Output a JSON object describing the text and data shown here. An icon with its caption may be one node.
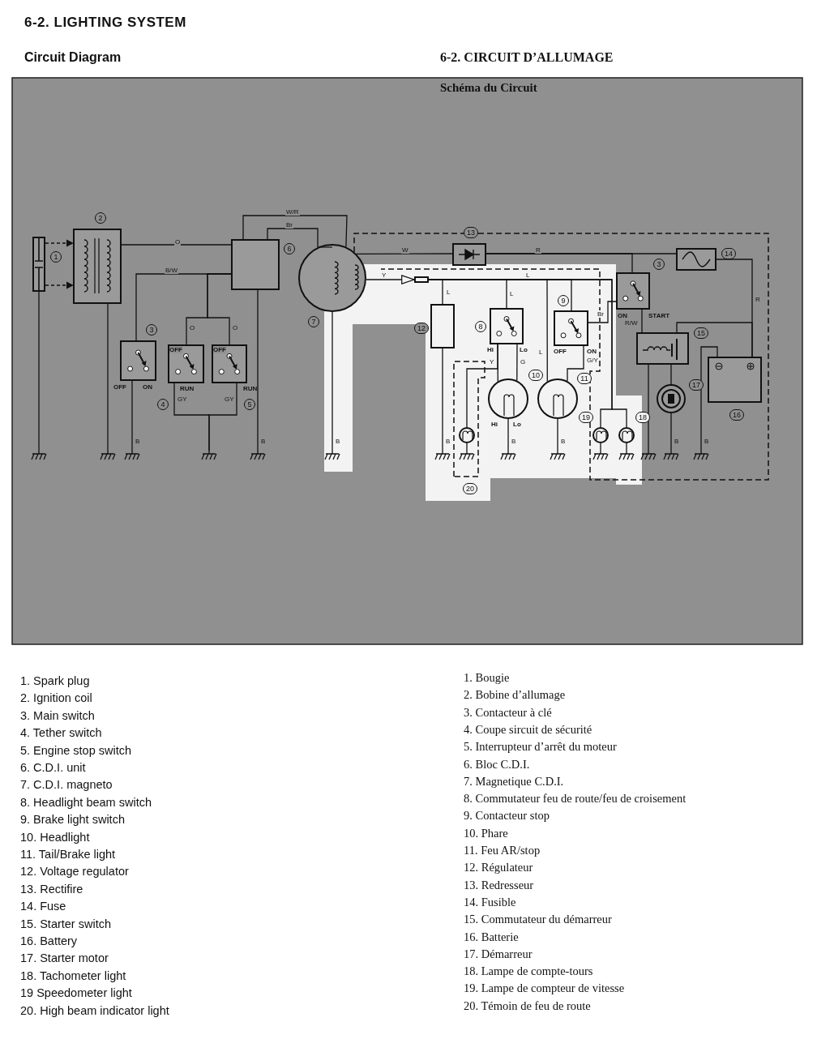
{
  "diagram": {
    "title": "6-2. LIGHTING SYSTEM",
    "nodes": [
      {
        "text": [],
        "shape": "box",
        "beside": [
          "1"
        ]
      },
      {
        "text": [],
        "shape": "box",
        "beside": [
          "2"
        ]
      },
      {
        "text": [],
        "shape": "box",
        "beside": [
          "6"
        ]
      },
      {
        "text": [],
        "shape": "circle",
        "beside": [
          "7"
        ]
      },
      {
        "text": [
          "OFF",
          "ON"
        ],
        "beside": [
          "3"
        ]
      },
      {
        "text": [
          "OFF",
          "RUN"
        ],
        "beside": [
          "4"
        ]
      },
      {
        "text": [
          "OFF",
          "RUN"
        ],
        "beside": [
          "5"
        ]
      },
      {
        "text": [],
        "shape": "box",
        "beside": [
          "13"
        ]
      },
      {
        "text": [],
        "shape": "box",
        "beside": [
          "12"
        ]
      },
      {
        "text": [
          "Hi",
          "Lo"
        ],
        "beside": [
          "8"
        ]
      },
      {
        "text": [
          "OFF",
          "ON"
        ],
        "beside": [
          "9"
        ]
      },
      {
        "text": [
          "Hi",
          "Lo"
        ],
        "beside": [
          "10"
        ]
      },
      {
        "text": [],
        "shape": "circle",
        "beside": [
          "11"
        ]
      },
      {
        "text": [
          "ON",
          "START"
        ],
        "beside": [
          "3"
        ]
      },
      {
        "text": [],
        "shape": "box",
        "beside": [
          "14"
        ]
      },
      {
        "text": [],
        "shape": "box",
        "beside": [
          "15"
        ]
      },
      {
        "text": [],
        "shape": "box",
        "beside": [
          "16"
        ]
      },
      {
        "text": [],
        "shape": "circle",
        "beside": [
          "17"
        ]
      },
      {
        "text": [],
        "shape": "circle",
        "beside": [
          "19"
        ]
      },
      {
        "text": [],
        "shape": "circle",
        "beside": [
          "18"
        ]
      },
      {
        "text": [],
        "shape": "circle"
      },
      {
        "text": [],
        "shape": "ground"
      },
      {
        "text": [],
        "shape": "ground"
      },
      {
        "text": [],
        "shape": "ground"
      },
      {
        "text": [],
        "shape": "ground"
      },
      {
        "text": [],
        "shape": "ground"
      },
      {
        "text": [],
        "shape": "ground"
      },
      {
        "text": [],
        "shape": "ground"
      },
      {
        "text": [],
        "shape": "ground"
      },
      {
        "text": [],
        "shape": "ground"
      },
      {
        "text": [],
        "shape": "ground"
      },
      {
        "text": [],
        "shape": "ground"
      },
      {
        "text": [],
        "shape": "ground"
      },
      {
        "text": [],
        "shape": "ground"
      },
      {
        "text": [],
        "shape": "ground"
      },
      {
        "text": [],
        "shape": "ground"
      },
      {
        "text": [],
        "shape": "box"
      }
    ],
    "edges": [
      {
        "from": 0,
        "to": 1,
        "arrow": "to",
        "style": "dashed"
      },
      {
        "from": 0,
        "to": 1,
        "arrow": "to",
        "style": "dashed"
      },
      {
        "from": 0,
        "to": 21,
        "arrow": "none"
      },
      {
        "from": 1,
        "to": 2,
        "arrow": "none",
        "label": "O"
      },
      {
        "from": 1,
        "to": 22,
        "arrow": "none"
      },
      {
        "from": 2,
        "to": 4,
        "arrow": "none",
        "label": "B/W"
      },
      {
        "from": 2,
        "to": 5,
        "arrow": "none",
        "label": "O"
      },
      {
        "from": 2,
        "to": 6,
        "arrow": "none",
        "label": "O"
      },
      {
        "from": 2,
        "to": 25,
        "arrow": "none",
        "label": "B"
      },
      {
        "from": 4,
        "to": 23,
        "arrow": "none",
        "label": "B"
      },
      {
        "from": 5,
        "to": 24,
        "arrow": "none",
        "label": "GY"
      },
      {
        "from": 6,
        "to": 24,
        "arrow": "none",
        "label": "GY"
      },
      {
        "from": 3,
        "to": 2,
        "arrow": "none",
        "label": "W/R"
      },
      {
        "from": 3,
        "to": 2,
        "arrow": "none",
        "label": "Br"
      },
      {
        "from": 3,
        "to": 26,
        "arrow": "none",
        "label": "B"
      },
      {
        "from": 3,
        "to": 7,
        "arrow": "none",
        "label": "W"
      },
      {
        "from": 36,
        "to": 8,
        "arrow": "none",
        "label": "L"
      },
      {
        "from": 36,
        "to": 9,
        "arrow": "none",
        "label": "L"
      },
      {
        "from": 36,
        "to": 10,
        "arrow": "none"
      },
      {
        "from": 36,
        "to": 12,
        "arrow": "none",
        "label": "L"
      },
      {
        "from": 36,
        "to": 18,
        "arrow": "none"
      },
      {
        "from": 36,
        "to": 19,
        "arrow": "none"
      },
      {
        "from": 8,
        "to": 27,
        "arrow": "none",
        "label": "B"
      },
      {
        "from": 9,
        "to": 11,
        "arrow": "none",
        "label": "Y"
      },
      {
        "from": 9,
        "to": 11,
        "arrow": "none",
        "label": "G"
      },
      {
        "from": 9,
        "to": 20,
        "arrow": "none"
      },
      {
        "from": 10,
        "to": 13,
        "arrow": "none",
        "label": "Br"
      },
      {
        "from": 10,
        "to": 12,
        "arrow": "none",
        "label": "G/Y"
      },
      {
        "from": 11,
        "to": 29,
        "arrow": "none",
        "label": "B"
      },
      {
        "from": 12,
        "to": 30,
        "arrow": "none",
        "label": "B"
      },
      {
        "from": 20,
        "to": 28,
        "arrow": "none"
      },
      {
        "from": 18,
        "to": 31,
        "arrow": "none"
      },
      {
        "from": 19,
        "to": 32,
        "arrow": "none"
      },
      {
        "from": 7,
        "to": 14,
        "arrow": "none",
        "label": "R"
      },
      {
        "from": 7,
        "to": 13,
        "arrow": "none"
      },
      {
        "from": 14,
        "to": 16,
        "arrow": "none",
        "label": "R"
      },
      {
        "from": 13,
        "to": 15,
        "arrow": "none",
        "label": "R/W"
      },
      {
        "from": 15,
        "to": 16,
        "arrow": "none"
      },
      {
        "from": 15,
        "to": 17,
        "arrow": "none"
      },
      {
        "from": 15,
        "to": 33,
        "arrow": "none"
      },
      {
        "from": 17,
        "to": 34,
        "arrow": "none",
        "label": "B"
      },
      {
        "from": 16,
        "to": 35,
        "arrow": "none",
        "label": "B"
      },
      {
        "from": 3,
        "to": 36,
        "arrow": "to",
        "label": "Y"
      }
    ],
    "labels": [
      "Circuit Diagram",
      "6-2. CIRCUIT D’ALLUMAGE",
      "Schéma du Circuit",
      "L",
      "20",
      "1. Spark plug",
      "2. Ignition coil",
      "3. Main switch",
      "4. Tether switch",
      "5. Engine stop switch",
      "6. C.D.I. unit",
      "7. C.D.I. magneto",
      "8. Headlight beam switch",
      "9. Brake light switch",
      "10. Headlight",
      "11. Tail/Brake light",
      "12. Voltage regulator",
      "13. Rectifire",
      "14. Fuse",
      "15. Starter switch",
      "16. Battery",
      "17. Starter motor",
      "18. Tachometer light",
      "19 Speedometer light",
      "20. High beam indicator light",
      "1. Bougie",
      "2. Bobine d’allumage",
      "3. Contacteur à clé",
      "4. Coupe sircuit de sécurité",
      "5. Interrupteur d’arrêt du moteur",
      "6. Bloc C.D.I.",
      "7. Magnetique C.D.I.",
      "8. Commutateur feu de route/feu de croisement",
      "9. Contacteur stop",
      "10. Phare",
      "11. Feu AR/stop",
      "12. Régulateur",
      "13. Redresseur",
      "14. Fusible",
      "15. Commutateur du démarreur",
      "16. Batterie",
      "17. Démarreur",
      "18. Lampe de compte-tours",
      "19. Lampe de compteur de vitesse",
      "20. Témoin de feu de route"
    ]
  }
}
